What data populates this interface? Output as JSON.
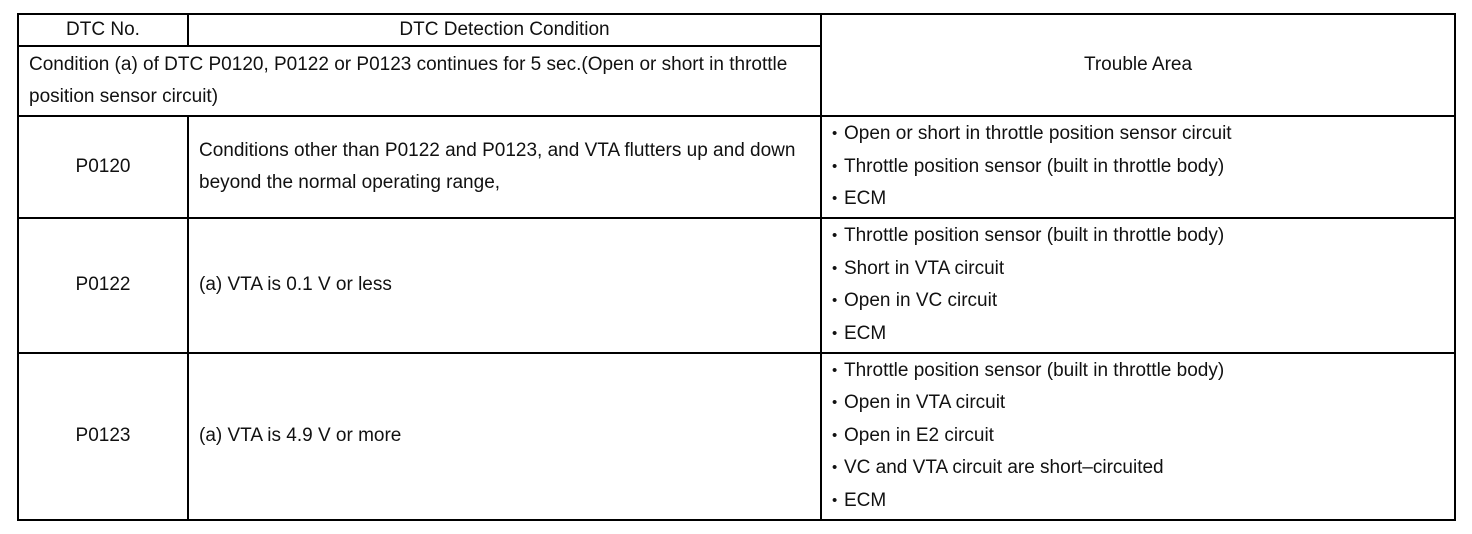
{
  "headers": {
    "dtc_no": "DTC No.",
    "detection_condition": "DTC Detection Condition",
    "trouble_area": "Trouble Area"
  },
  "general_condition": "Condition (a) of DTC P0120, P0122 or P0123 continues for 5 sec.(Open or short in throttle position sensor circuit)",
  "rows": [
    {
      "dtc": "P0120",
      "condition": "Conditions other than P0122 and P0123, and VTA flutters up and down beyond the normal operating range,",
      "trouble": [
        "Open  or short in throttle position sensor circuit",
        "Throttle position sensor (built in throttle body)",
        "ECM"
      ]
    },
    {
      "dtc": "P0122",
      "condition": "(a) VTA is 0.1 V or less",
      "trouble": [
        "Throttle position sensor (built in throttle body)",
        "Short in VTA circuit",
        "Open in VC circuit",
        "ECM"
      ]
    },
    {
      "dtc": "P0123",
      "condition": "(a) VTA is 4.9 V or more",
      "trouble": [
        "Throttle position sensor (built in throttle body)",
        "Open in VTA circuit",
        "Open in E2 circuit",
        "VC and VTA circuit are short–circuited",
        "ECM"
      ]
    }
  ]
}
